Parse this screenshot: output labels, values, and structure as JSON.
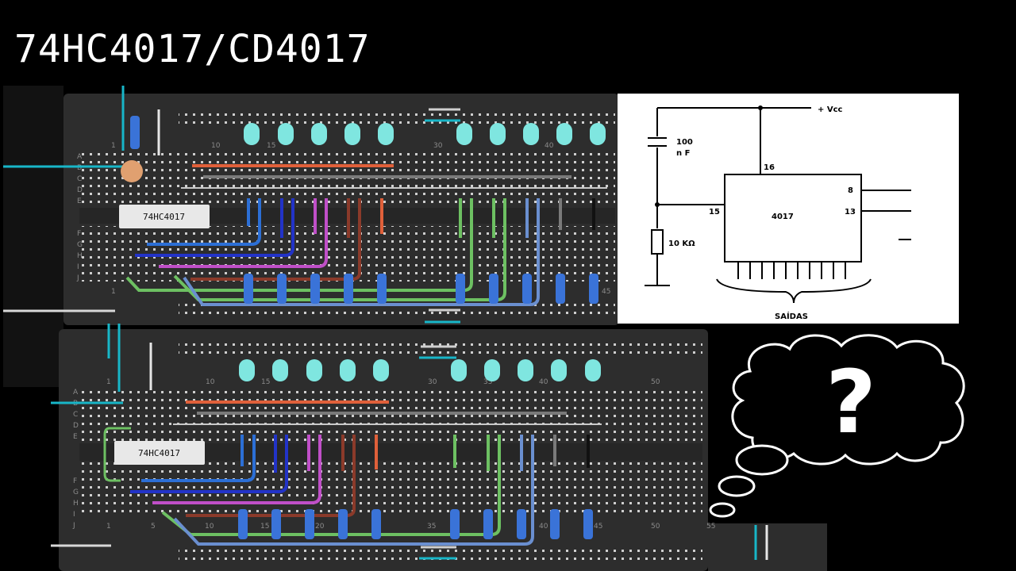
{
  "title": "74HC4017/CD4017",
  "board_top": {
    "chip_label": "74HC4017",
    "row_labels": [
      "A",
      "B",
      "C",
      "D",
      "E",
      "F",
      "G",
      "H",
      "I",
      "J"
    ],
    "col_numbers_top": [
      "1",
      "10",
      "15",
      "30",
      "40"
    ],
    "col_numbers_bottom": [
      "1",
      "45"
    ],
    "led_count": 10,
    "resistor_count": 10
  },
  "board_bottom": {
    "chip_label": "74HC4017",
    "row_labels": [
      "A",
      "B",
      "C",
      "D",
      "E",
      "F",
      "G",
      "H",
      "I",
      "J"
    ],
    "col_numbers_top": [
      "1",
      "10",
      "15",
      "30",
      "35",
      "40",
      "50"
    ],
    "col_numbers_bottom": [
      "1",
      "5",
      "10",
      "15",
      "20",
      "35",
      "40",
      "45",
      "50",
      "55"
    ],
    "led_count": 10,
    "resistor_count": 10
  },
  "schematic": {
    "vcc_label": "+ Vcc",
    "cap_label_1": "100",
    "cap_label_2": "n F",
    "res_label": "10 KΩ",
    "chip_label": "4017",
    "pin_16": "16",
    "pin_15": "15",
    "pin_8": "8",
    "pin_13": "13",
    "outputs_label": "SAÍDAS"
  },
  "thought_bubble": {
    "symbol": "?"
  },
  "colors": {
    "led": "#7fe6e0",
    "wire_orange": "#e0603a",
    "wire_blue": "#2c6fd6",
    "wire_navy": "#2233c8",
    "wire_magenta": "#c04fc8",
    "wire_brown": "#8b3a2a",
    "wire_green": "#6dc062",
    "wire_steel": "#6a8fd0",
    "wire_cyan": "#18b6c8",
    "wire_grey": "#7a7a7a"
  }
}
